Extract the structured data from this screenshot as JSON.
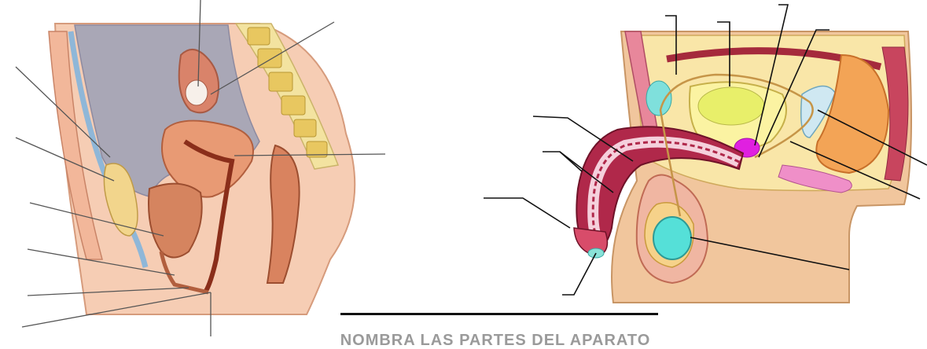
{
  "worksheet": {
    "caption": "NOMBRA LAS PARTES DEL APARATO",
    "female_diagram": {
      "label_line_count": 9
    },
    "male_diagram": {
      "label_line_count": 11
    }
  }
}
